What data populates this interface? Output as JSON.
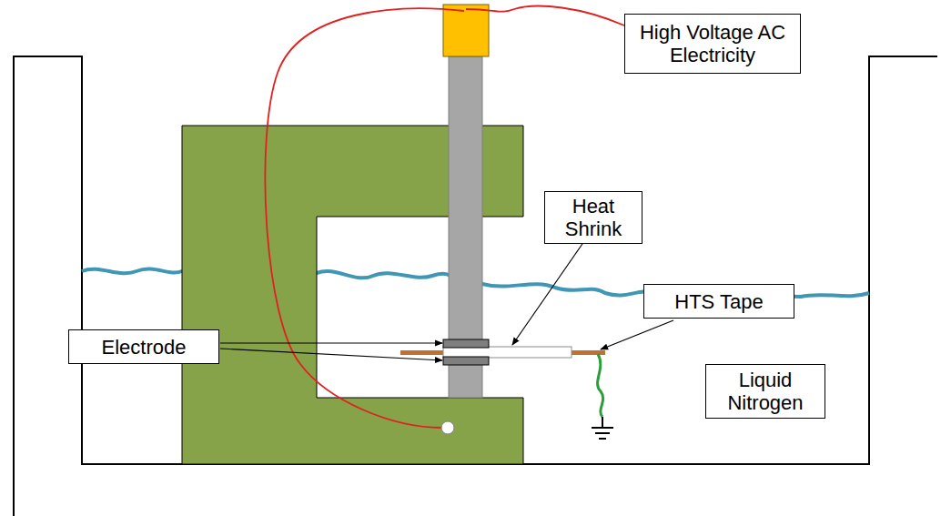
{
  "diagram": {
    "nodes": [
      {
        "text": [
          "High Voltage AC Electricity"
        ]
      },
      {
        "text": [
          "Heat Shrink"
        ]
      },
      {
        "text": [
          "HTS Tape"
        ]
      },
      {
        "text": [
          "Electrode"
        ]
      },
      {
        "text": [
          "Liquid Nitrogen"
        ]
      }
    ]
  }
}
